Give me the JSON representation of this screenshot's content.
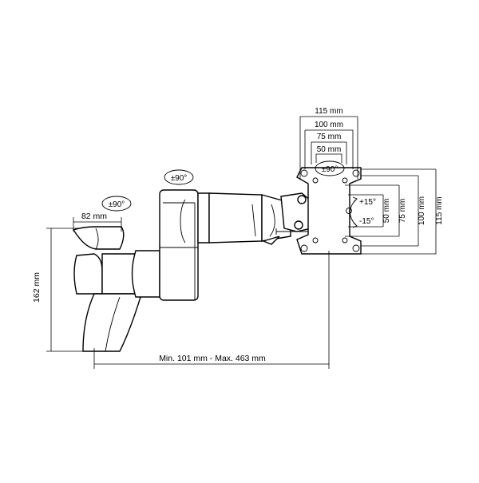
{
  "labels": {
    "arm_width": "82 mm",
    "height": "162 mm",
    "extension": "Min. 101 mm - Max. 463 mm",
    "rotate_arm_1": "±90°",
    "rotate_arm_2": "±90°",
    "rotate_plate": "±90°",
    "vesa_h_115": "115 mm",
    "vesa_h_100": "100 mm",
    "vesa_h_75": "75 mm",
    "vesa_h_50": "50 mm",
    "vesa_v_50": "50 mm",
    "vesa_v_75": "75 mm",
    "vesa_v_100": "100 mm",
    "vesa_v_115": "115 mm",
    "tilt_up": "+15°",
    "tilt_down": "-15°"
  },
  "colors": {
    "line": "#000000",
    "background": "#ffffff"
  }
}
